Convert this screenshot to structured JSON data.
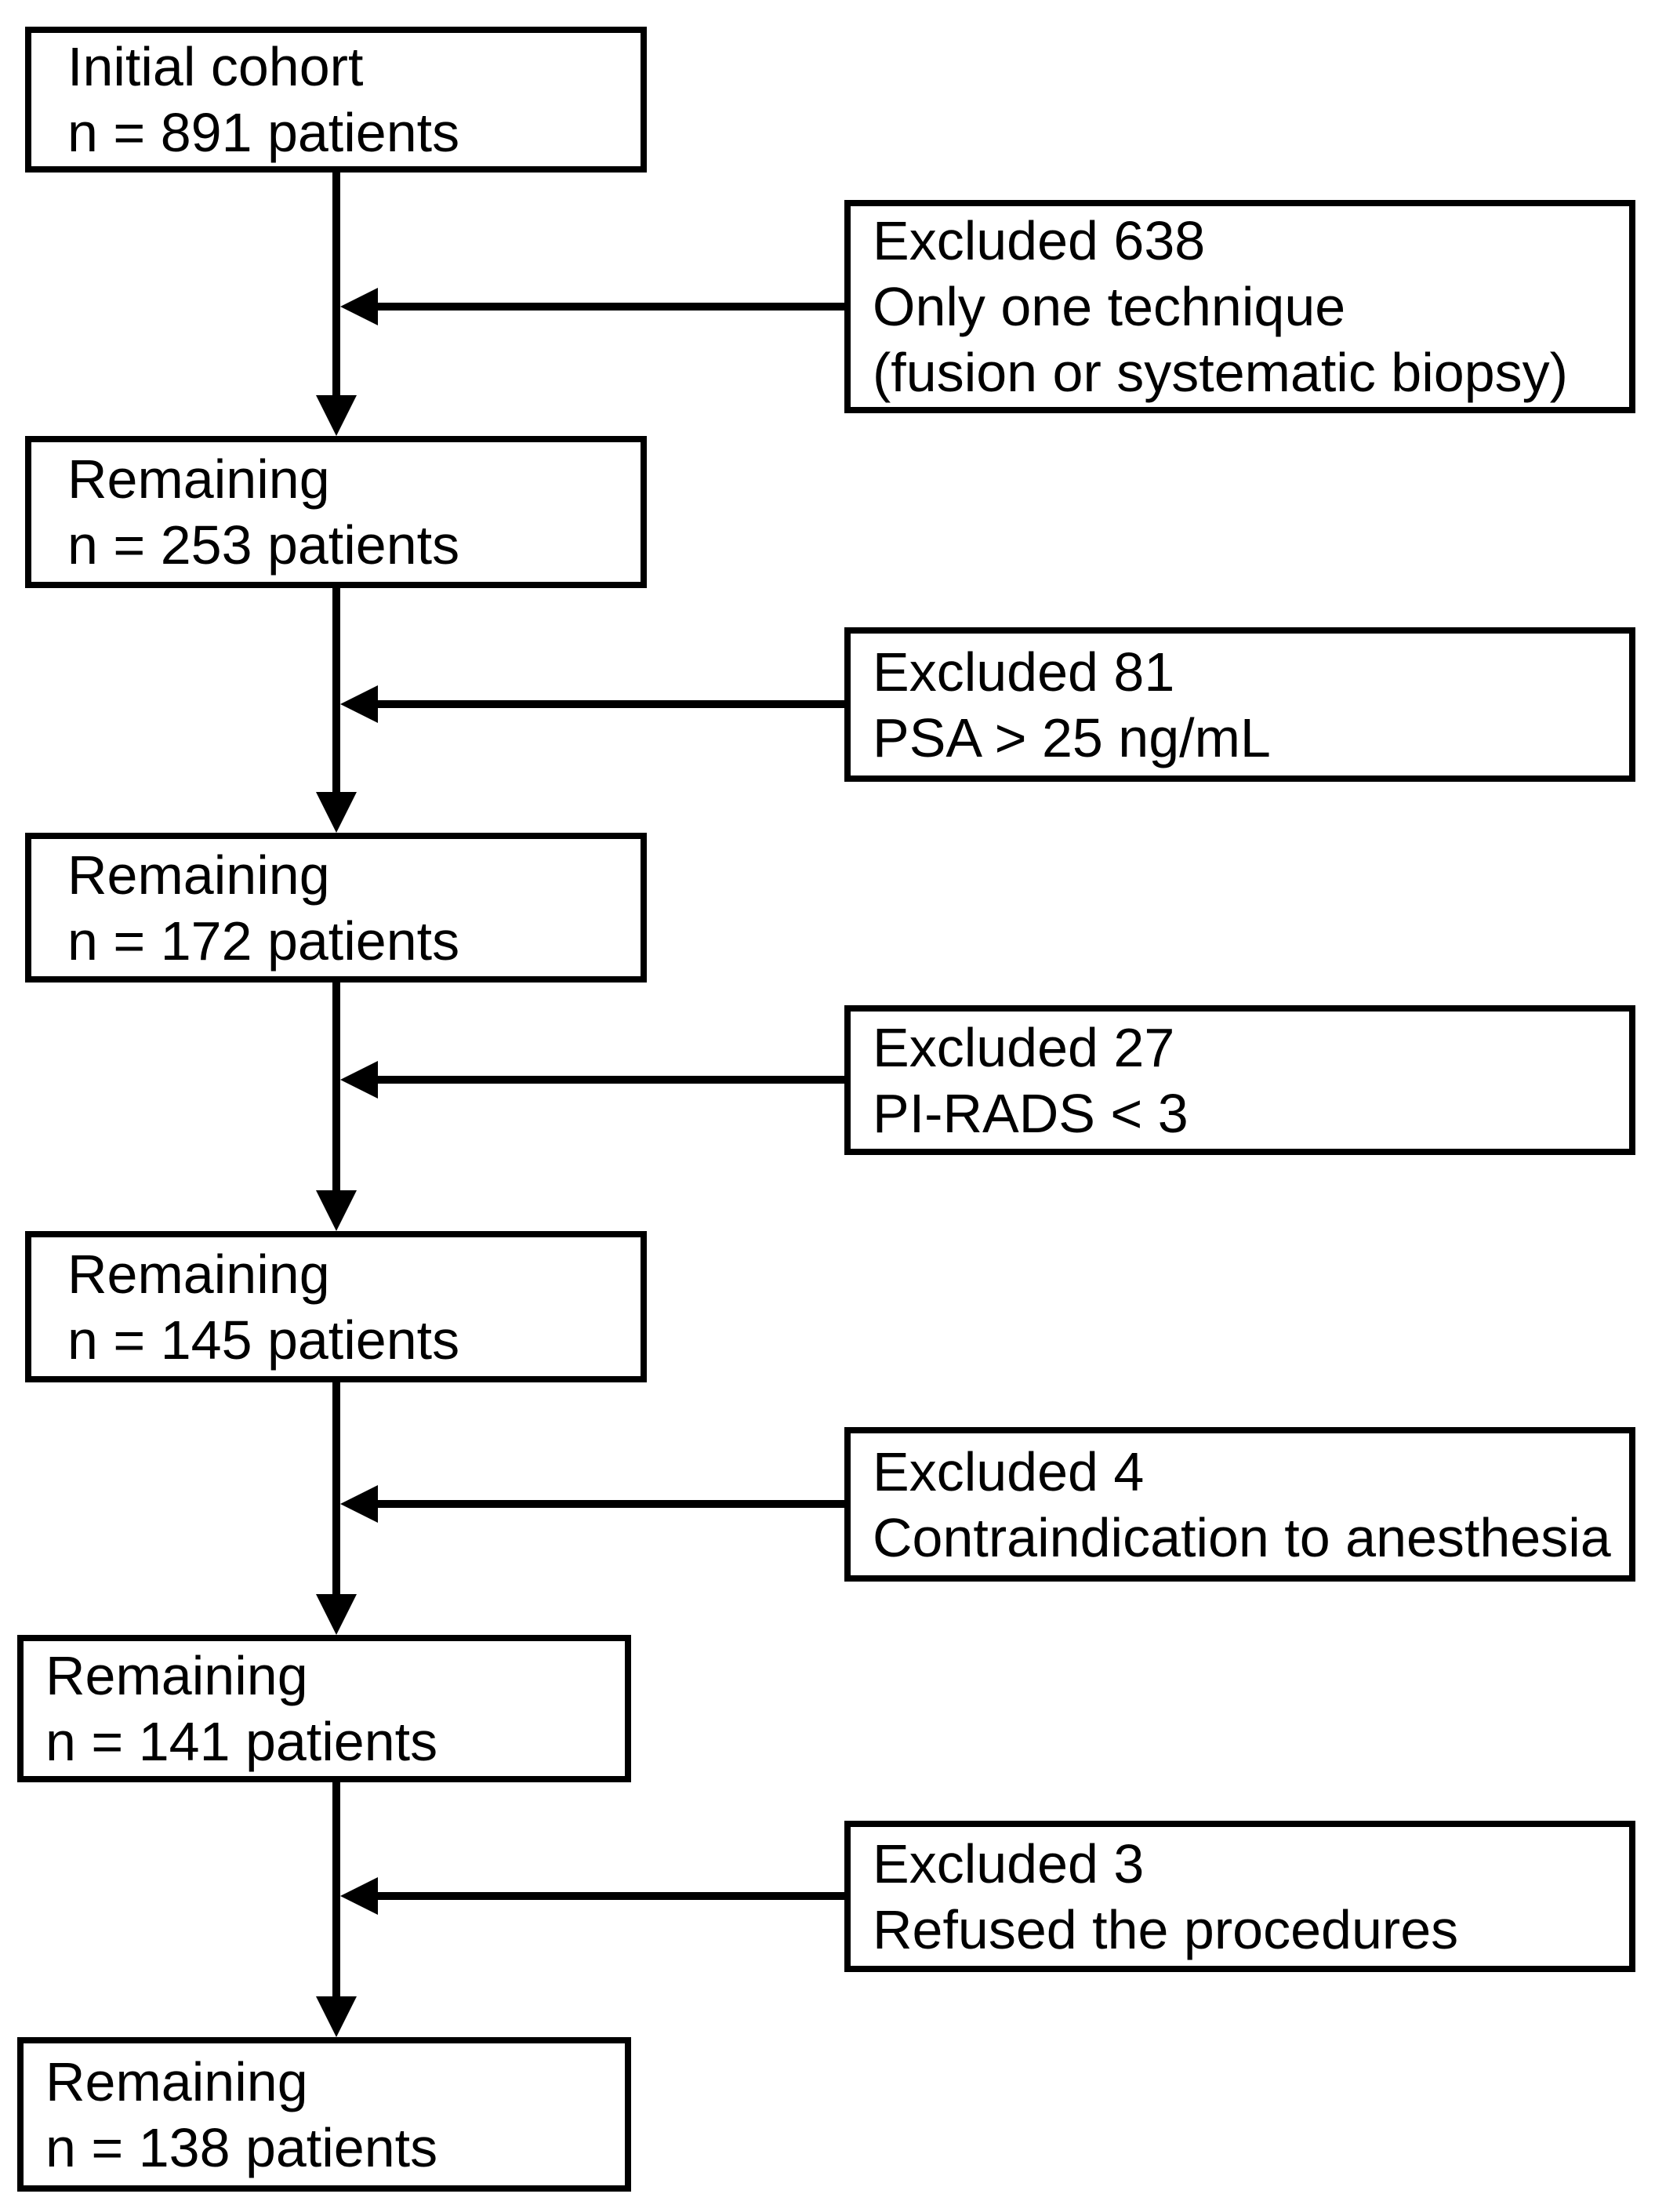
{
  "diagram": {
    "type": "patient-flowchart",
    "colors": {
      "ink": "#000000",
      "background": "#ffffff"
    },
    "flow_boxes": [
      {
        "label": "Initial cohort",
        "count_text": "n = 891 patients"
      },
      {
        "label": "Remaining",
        "count_text": "n = 253 patients"
      },
      {
        "label": "Remaining",
        "count_text": "n = 172 patients"
      },
      {
        "label": "Remaining",
        "count_text": "n = 145 patients"
      },
      {
        "label": "Remaining",
        "count_text": "n = 141 patients"
      },
      {
        "label": "Remaining",
        "count_text": "n = 138 patients"
      }
    ],
    "exclusion_boxes": [
      {
        "line1": "Excluded 638",
        "line2": "Only one technique",
        "line3": "(fusion or systematic biopsy)"
      },
      {
        "line1": "Excluded 81",
        "line2": "PSA > 25 ng/mL"
      },
      {
        "line1": "Excluded 27",
        "line2": "PI-RADS < 3"
      },
      {
        "line1": "Excluded 4",
        "line2": "Contraindication to anesthesia"
      },
      {
        "line1": "Excluded 3",
        "line2": "Refused the procedures"
      }
    ]
  }
}
